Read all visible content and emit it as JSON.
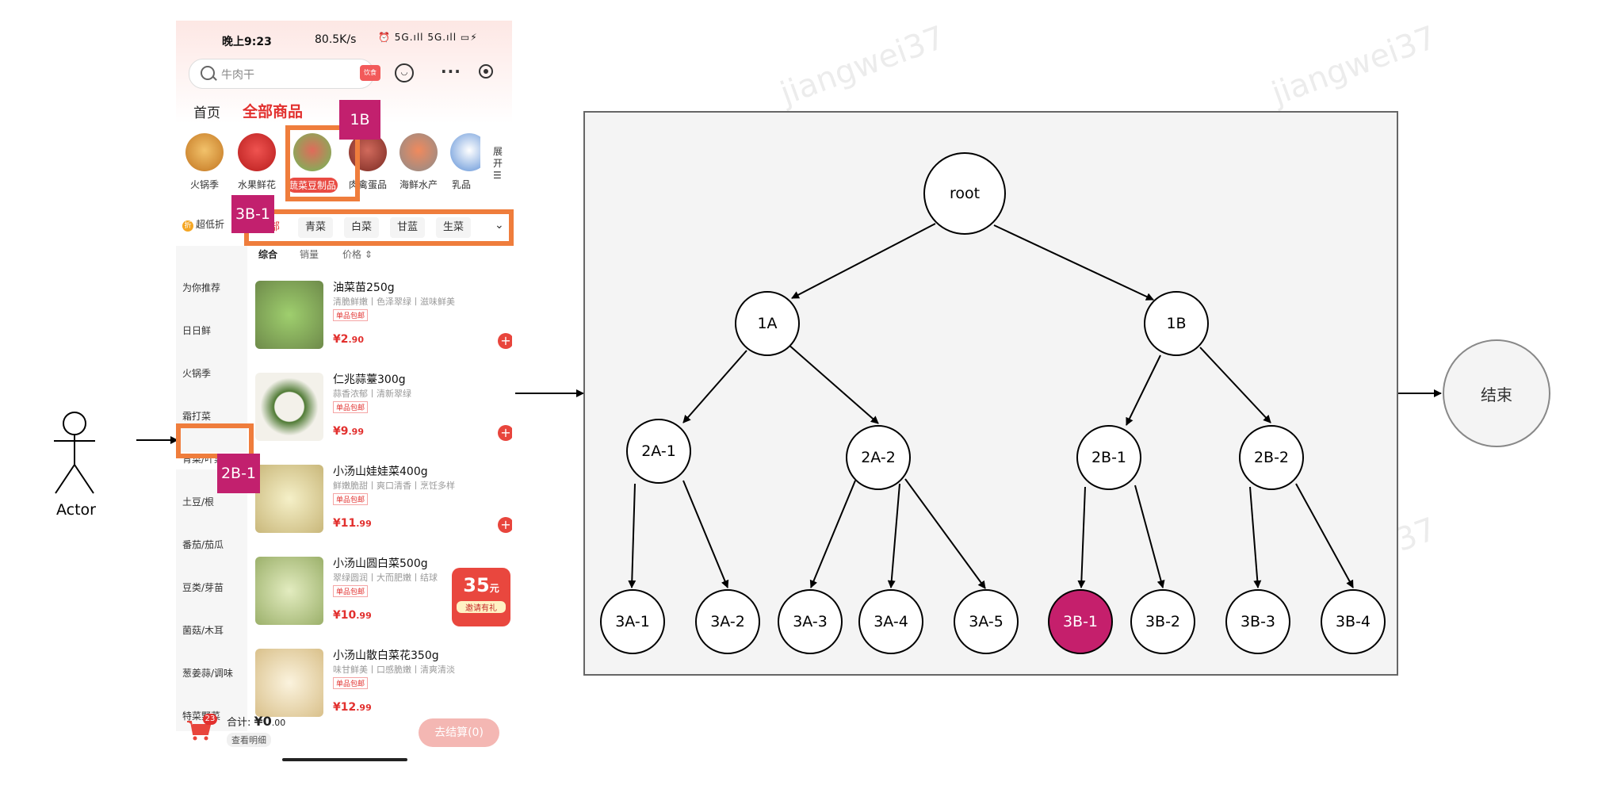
{
  "watermark": "jiangwei37",
  "actor": {
    "label": "Actor"
  },
  "phone": {
    "status": {
      "time": "晚上9:23",
      "network": "80.5K/s",
      "icons": "⏰ 5G.ıll 5G.ıll ▭⚡"
    },
    "search": {
      "placeholder": "牛肉干",
      "badge": "饮食"
    },
    "top_tabs": [
      "首页",
      "全部商品"
    ],
    "categories": [
      {
        "label": "火锅季",
        "color": "#d99a3a"
      },
      {
        "label": "水果鲜花",
        "color": "#c62828"
      },
      {
        "label": "蔬菜豆制品",
        "color": "#6bbf59",
        "selected": true
      },
      {
        "label": "肉禽蛋品",
        "color": "#b7463a"
      },
      {
        "label": "海鲜水产",
        "color": "#e07a4f"
      },
      {
        "label": "乳品",
        "color": "#5c8fd6"
      }
    ],
    "expand_label": "展开☰",
    "promo": {
      "icon": "折",
      "label": "超低折"
    },
    "subcategories": [
      "全部",
      "青菜",
      "白菜",
      "甘蓝",
      "生菜"
    ],
    "sort_options": [
      "综合",
      "销量",
      "价格 ⇕"
    ],
    "sidebar": [
      "为你推荐",
      "日日鲜",
      "火锅季",
      "霜打菜",
      "青菜/叶菜",
      "土豆/根",
      "番茄/茄瓜",
      "豆类/芽苗",
      "菌菇/木耳",
      "葱姜蒜/调味",
      "特菜野菜"
    ],
    "products": [
      {
        "name": "油菜苗250g",
        "desc": "清脆鲜嫩丨色泽翠绿丨滋味鲜美",
        "badge": "单品包邮",
        "price_int": "¥2",
        "price_dec": ".90",
        "img": "#7aa65a"
      },
      {
        "name": "仁兆蒜薹300g",
        "desc": "蒜香浓郁丨清新翠绿",
        "badge": "单品包邮",
        "price_int": "¥9",
        "price_dec": ".99",
        "img": "#4f7a34"
      },
      {
        "name": "小汤山娃娃菜400g",
        "desc": "鲜嫩脆甜丨爽口清香丨烹饪多样",
        "badge": "单品包邮",
        "price_int": "¥11",
        "price_dec": ".99",
        "img": "#e8e2b0"
      },
      {
        "name": "小汤山圆白菜500g",
        "desc": "翠绿圆润丨大而肥嫩丨结球",
        "badge": "单品包邮",
        "price_int": "¥10",
        "price_dec": ".99",
        "img": "#c9d8a0"
      },
      {
        "name": "小汤山散白菜花350g",
        "desc": "味甘鲜美丨口感脆嫩丨清爽清淡",
        "badge": "单品包邮",
        "price_int": "¥12",
        "price_dec": ".99",
        "img": "#f1e6c9"
      }
    ],
    "coupon": {
      "amount": "35",
      "unit": "元",
      "sub": "邀请有礼"
    },
    "cart": {
      "count": "23",
      "total_label": "合计: ",
      "total_int": "¥0",
      "total_dec": ".00",
      "detail": "查看明细",
      "checkout": "去结算(0)"
    }
  },
  "markers": {
    "m1B": "1B",
    "m3B1": "3B-1",
    "m2B1": "2B-1"
  },
  "tree": {
    "nodes": {
      "root": "root",
      "1A": "1A",
      "1B": "1B",
      "2A-1": "2A-1",
      "2A-2": "2A-2",
      "2B-1": "2B-1",
      "2B-2": "2B-2",
      "3A-1": "3A-1",
      "3A-2": "3A-2",
      "3A-3": "3A-3",
      "3A-4": "3A-4",
      "3A-5": "3A-5",
      "3B-1": "3B-1",
      "3B-2": "3B-2",
      "3B-3": "3B-3",
      "3B-4": "3B-4"
    },
    "highlighted": "3B-1",
    "end_label": "结束",
    "highlight_color": "#c51f6c",
    "marker_color": "#c2206e",
    "box_color": "#ef7d3c"
  }
}
